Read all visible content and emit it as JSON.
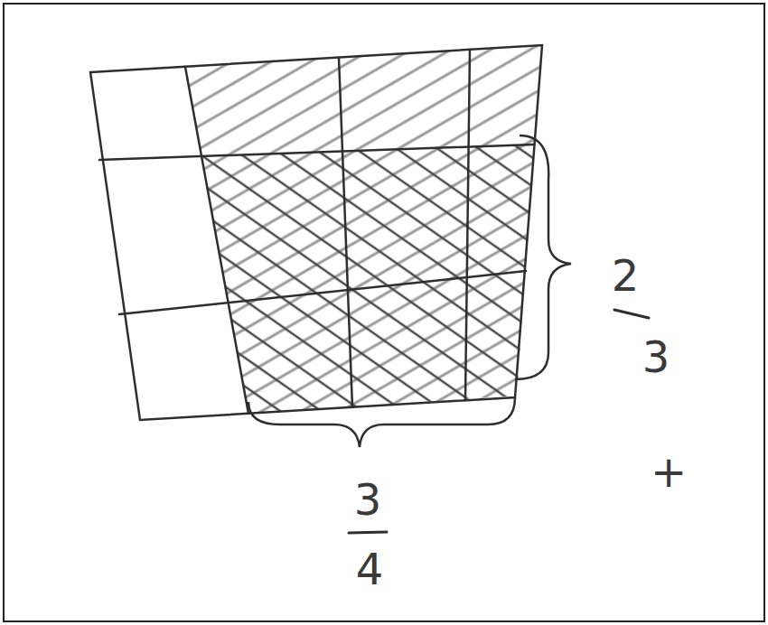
{
  "diagram": {
    "labels": [
      "2",
      "3",
      "3",
      "4",
      "+"
    ]
  }
}
